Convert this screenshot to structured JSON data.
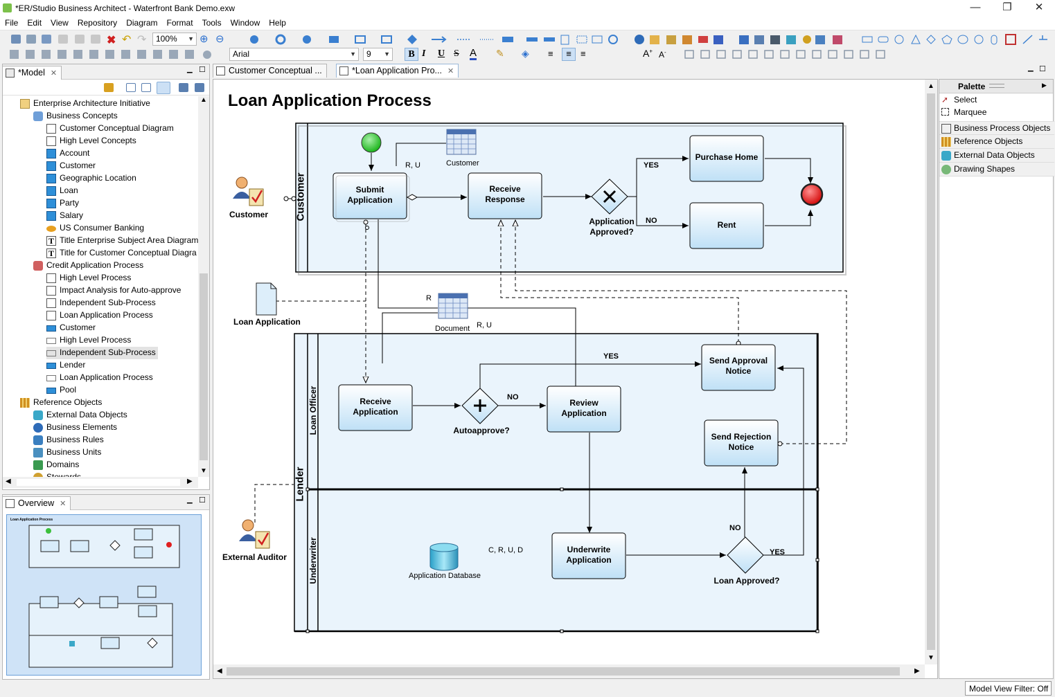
{
  "window": {
    "title": "*ER/Studio Business Architect - Waterfront Bank Demo.exw",
    "minimize": "—",
    "maximize": "❐",
    "close": "✕"
  },
  "menu": [
    "File",
    "Edit",
    "View",
    "Repository",
    "Diagram",
    "Format",
    "Tools",
    "Window",
    "Help"
  ],
  "toolbar": {
    "zoom": "100%",
    "font": "Arial",
    "font_size": "9"
  },
  "model_panel": {
    "tab": "*Model",
    "items": [
      {
        "label": "Enterprise Architecture Initiative",
        "level": 0,
        "icon": "folder-icon"
      },
      {
        "label": "Business Concepts",
        "level": 1,
        "icon": "concepts-icon"
      },
      {
        "label": "Customer Conceptual Diagram",
        "level": 2,
        "icon": "diagram-icon"
      },
      {
        "label": "High Level Concepts",
        "level": 2,
        "icon": "diagram-icon"
      },
      {
        "label": "Account",
        "level": 2,
        "icon": "entity-icon"
      },
      {
        "label": "Customer",
        "level": 2,
        "icon": "entity-icon"
      },
      {
        "label": "Geographic Location",
        "level": 2,
        "icon": "entity-icon"
      },
      {
        "label": "Loan",
        "level": 2,
        "icon": "entity-icon"
      },
      {
        "label": "Party",
        "level": 2,
        "icon": "entity-icon"
      },
      {
        "label": "Salary",
        "level": 2,
        "icon": "entity-icon"
      },
      {
        "label": "US Consumer Banking",
        "level": 2,
        "icon": "ellipse-icon"
      },
      {
        "label": "Title Enterprise Subject Area Diagram",
        "level": 2,
        "icon": "text-icon"
      },
      {
        "label": "Title for Customer Conceptual Diagra",
        "level": 2,
        "icon": "text-icon"
      },
      {
        "label": "Credit Application Process",
        "level": 1,
        "icon": "process-icon"
      },
      {
        "label": "High Level Process",
        "level": 2,
        "icon": "process-diagram-icon"
      },
      {
        "label": "Impact Analysis for Auto-approve",
        "level": 2,
        "icon": "process-diagram-icon"
      },
      {
        "label": "Independent Sub-Process",
        "level": 2,
        "icon": "process-diagram-icon"
      },
      {
        "label": "Loan Application Process",
        "level": 2,
        "icon": "process-diagram-icon"
      },
      {
        "label": "Customer",
        "level": 2,
        "icon": "pool-icon"
      },
      {
        "label": "High Level Process",
        "level": 2,
        "icon": "pool-empty-icon"
      },
      {
        "label": "Independent Sub-Process",
        "level": 2,
        "icon": "pool-empty-icon",
        "selected": true
      },
      {
        "label": "Lender",
        "level": 2,
        "icon": "pool-icon"
      },
      {
        "label": "Loan Application Process",
        "level": 2,
        "icon": "pool-empty-icon"
      },
      {
        "label": "Pool",
        "level": 2,
        "icon": "pool-icon"
      },
      {
        "label": "Reference Objects",
        "level": 0,
        "icon": "books-icon"
      },
      {
        "label": "External Data Objects",
        "level": 1,
        "icon": "external-data-icon"
      },
      {
        "label": "Business Elements",
        "level": 1,
        "icon": "globe-icon"
      },
      {
        "label": "Business Rules",
        "level": 1,
        "icon": "rules-icon"
      },
      {
        "label": "Business Units",
        "level": 1,
        "icon": "units-icon"
      },
      {
        "label": "Domains",
        "level": 1,
        "icon": "domains-icon"
      },
      {
        "label": "Stewards",
        "level": 1,
        "icon": "stewards-icon"
      }
    ]
  },
  "overview_panel": {
    "tab": "Overview",
    "mini_title": "Loan Application Process"
  },
  "editor_tabs": [
    {
      "label": "Customer Conceptual ...",
      "active": false
    },
    {
      "label": "*Loan Application Pro...",
      "active": true
    }
  ],
  "diagram": {
    "title": "Loan Application Process",
    "pool_customer": "Customer",
    "pool_lender": "Lender",
    "lane_loan_officer": "Loan Officer",
    "lane_underwriter": "Underwriter",
    "actor_customer": "Customer",
    "actor_auditor": "External Auditor",
    "task_submit": [
      "Submit",
      "Application"
    ],
    "task_receive_response": [
      "Receive",
      "Response"
    ],
    "task_purchase_home": "Purchase Home",
    "task_rent": "Rent",
    "gateway_approved": [
      "Application",
      "Approved?"
    ],
    "yes1": "YES",
    "no1": "NO",
    "data_customer": "Customer",
    "ru_customer": "R, U",
    "data_document": "Document",
    "r_document": "R",
    "ru_document": "R, U",
    "doc_loan_application": "Loan Application",
    "task_receive_app": [
      "Receive",
      "Application"
    ],
    "gateway_autoapprove": "Autoapprove?",
    "no_auto": "NO",
    "yes_auto": "YES",
    "task_review": [
      "Review",
      "Application"
    ],
    "task_approval_notice": [
      "Send Approval",
      "Notice"
    ],
    "task_rejection_notice": [
      "Send Rejection",
      "Notice"
    ],
    "task_underwrite": [
      "Underwrite",
      "Application"
    ],
    "db_label": "Application Database",
    "crud": "C, R, U, D",
    "gateway_loan": "Loan Approved?",
    "no_loan": "NO",
    "yes_loan": "YES"
  },
  "palette": {
    "title": "Palette",
    "tools": [
      "Select",
      "Marquee"
    ],
    "drawers": [
      "Business Process Objects",
      "Reference Objects",
      "External Data Objects",
      "Drawing Shapes"
    ]
  },
  "status": {
    "filter": "Model View Filter: Off"
  }
}
